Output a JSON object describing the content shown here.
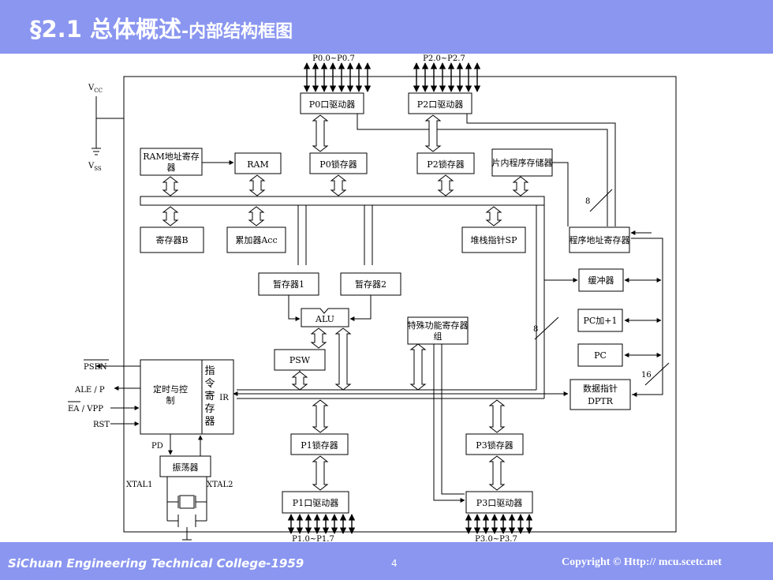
{
  "header": {
    "title": "§2.1 总体概述",
    "subtitle": "-内部结构框图"
  },
  "footer": {
    "college": "SiChuan Engineering Technical College-1959",
    "page": "4",
    "copyright": "Copyright © Http:// mcu.scetc.net"
  },
  "ports": {
    "p0": "P0.0~P0.7",
    "p2": "P2.0~P2.7",
    "p1": "P1.0~P1.7",
    "p3": "P3.0~P3.7"
  },
  "blocks": {
    "p0_driver": "P0口驱动器",
    "p2_driver": "P2口驱动器",
    "ram_addr": [
      "RAM地址寄存",
      "器"
    ],
    "ram": "RAM",
    "p0_latch": "P0锁存器",
    "p2_latch": "P2锁存器",
    "rom": "片内程序存储器",
    "reg_b": "寄存器B",
    "acc": "累加器Acc",
    "stack_sp": "堆栈指针SP",
    "pc_addr": "程序地址寄存器",
    "tmp1": "暂存器1",
    "tmp2": "暂存器2",
    "buffer": "缓冲器",
    "alu": "ALU",
    "sfr": [
      "特殊功能寄存器",
      "组"
    ],
    "pc_inc": "PC加+1",
    "psw": "PSW",
    "pc": "PC",
    "timing": [
      "定时与控",
      "制"
    ],
    "ir": [
      "指",
      "令",
      "寄",
      "存",
      "器"
    ],
    "ir_tag": "IR",
    "dptr": [
      "数据指针",
      "DPTR"
    ],
    "p1_latch": "P1锁存器",
    "p3_latch": "P3锁存器",
    "osc": "振荡器",
    "p1_driver": "P1口驱动器",
    "p3_driver": "P3口驱动器"
  },
  "signals": {
    "vcc": "VCC",
    "vss": "VSS",
    "psen": "PSEN",
    "ale": "ALE / P",
    "ea": "EA / VPP",
    "rst": "RST",
    "pd": "PD",
    "xtal1": "XTAL1",
    "xtal2": "XTAL2",
    "bus8a": "8",
    "bus8b": "8",
    "bus16": "16"
  },
  "colors": {
    "header": "#8a96f0",
    "title": "#ffffff",
    "line": "#000000"
  }
}
